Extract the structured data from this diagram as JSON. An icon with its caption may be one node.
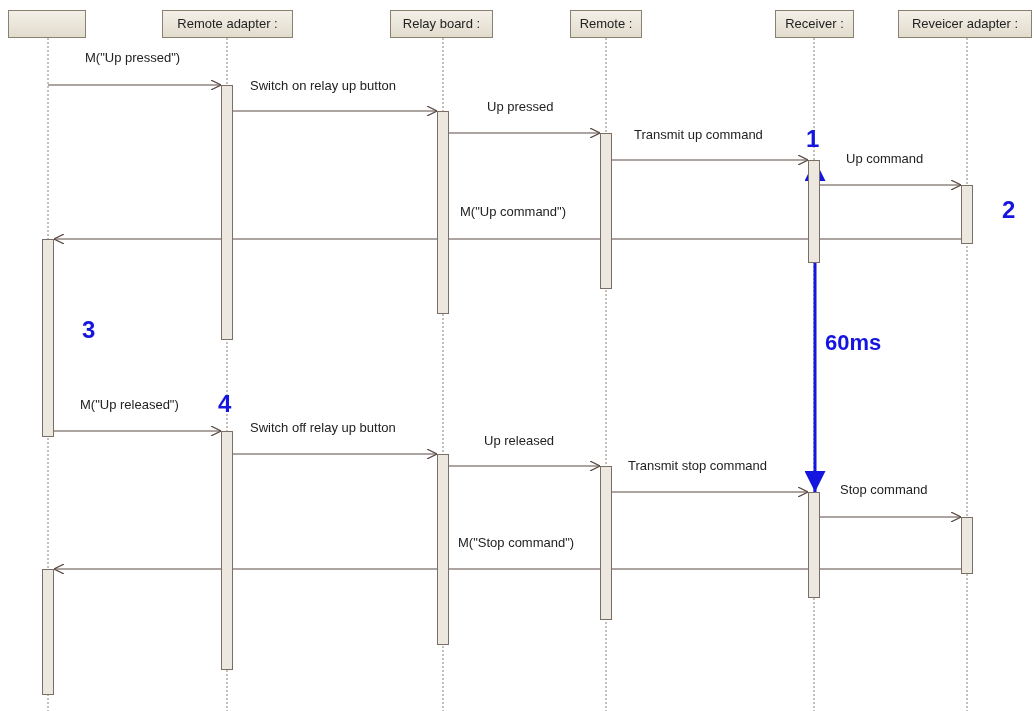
{
  "diagram": {
    "nodes": [
      {
        "text": [],
        "shape": "box"
      },
      {
        "text": [
          "Remote adapter :"
        ]
      },
      {
        "text": [
          "Relay board :"
        ]
      },
      {
        "text": [
          "Remote :"
        ]
      },
      {
        "text": [
          "Receiver :"
        ]
      },
      {
        "text": [
          "Reveicer adapter :"
        ]
      },
      {
        "text": [],
        "shape": "bar"
      },
      {
        "text": [],
        "shape": "bar"
      },
      {
        "text": [],
        "shape": "bar"
      },
      {
        "text": [],
        "shape": "bar"
      },
      {
        "text": [],
        "shape": "bar"
      },
      {
        "text": [],
        "shape": "bar"
      },
      {
        "text": [],
        "shape": "bar"
      },
      {
        "text": [],
        "shape": "bar"
      },
      {
        "text": [],
        "shape": "bar"
      },
      {
        "text": [],
        "shape": "bar"
      },
      {
        "text": [],
        "shape": "bar"
      },
      {
        "text": [],
        "shape": "bar"
      }
    ],
    "edges": [
      {
        "from": null,
        "to": 6,
        "arrow": "to",
        "label": "M(\"Up pressed\")"
      },
      {
        "from": 6,
        "to": 7,
        "arrow": "to",
        "label": "Switch on relay up button"
      },
      {
        "from": 7,
        "to": 8,
        "arrow": "to",
        "label": "Up pressed"
      },
      {
        "from": 8,
        "to": 9,
        "arrow": "to",
        "label": "Transmit up command"
      },
      {
        "from": 9,
        "to": 10,
        "arrow": "to",
        "label": "Up command"
      },
      {
        "from": 10,
        "to": 11,
        "arrow": "to",
        "label": "M(\"Up command\")"
      },
      {
        "from": 11,
        "to": 12,
        "arrow": "to",
        "label": "M(\"Up released\")"
      },
      {
        "from": 12,
        "to": 13,
        "arrow": "to",
        "label": "Switch off relay up button"
      },
      {
        "from": 13,
        "to": 14,
        "arrow": "to",
        "label": "Up released"
      },
      {
        "from": 14,
        "to": 15,
        "arrow": "to",
        "label": "Transmit stop command"
      },
      {
        "from": 15,
        "to": 16,
        "arrow": "to",
        "label": "Stop command"
      },
      {
        "from": 16,
        "to": 17,
        "arrow": "to",
        "label": "M(\"Stop command\")"
      },
      {
        "from": 9,
        "to": 15,
        "arrow": "both",
        "label": "60ms",
        "style": "thick",
        "color": "#1515e0"
      }
    ],
    "labels": [
      "1",
      "2",
      "3",
      "4"
    ]
  }
}
